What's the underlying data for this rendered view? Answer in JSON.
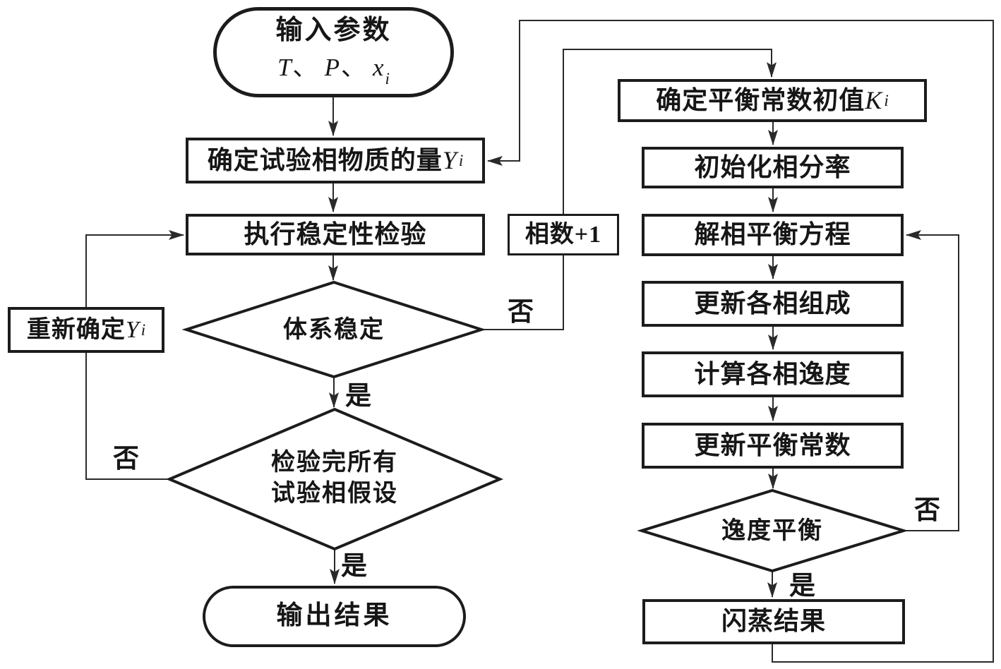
{
  "diagram": {
    "type": "flowchart",
    "language": "zh-CN",
    "topic": "多相闪蒸/相稳定性检验计算流程"
  },
  "colors": {
    "background": "#ffffff",
    "line": "#2a2a2a",
    "box_border": "#1c1c1c",
    "text": "#161616"
  },
  "nodes": {
    "start": {
      "title": "输入参数",
      "f_t": "T",
      "f_d1": "、",
      "f_p": "P",
      "f_d2": "、",
      "f_x": "x",
      "f_sub": "i"
    },
    "determine_trial": {
      "label": "确定试验相物质的量",
      "var": "Y",
      "sub": "i"
    },
    "stability_test": {
      "label": "执行稳定性检验"
    },
    "system_stable": {
      "label": "体系稳定"
    },
    "all_tested": {
      "line1": "检验完所有",
      "line2": "试验相假设"
    },
    "output_result": {
      "label": "输出结果"
    },
    "redetermine_y": {
      "label": "重新确定",
      "var": "Y",
      "sub": "i"
    },
    "phase_count_plus1": {
      "label": "相数+1"
    },
    "init_equilibrium_const": {
      "label": "确定平衡常数初值",
      "var": "K",
      "sub": "i"
    },
    "init_phase_fraction": {
      "label": "初始化相分率"
    },
    "solve_phase_equilibrium": {
      "label": "解相平衡方程"
    },
    "update_phase_composition": {
      "label": "更新各相组成"
    },
    "calc_phase_fugacity": {
      "label": "计算各相逸度"
    },
    "update_equilibrium_const": {
      "label": "更新平衡常数"
    },
    "fugacity_balance": {
      "label": "逸度平衡"
    },
    "flash_result": {
      "label": "闪蒸结果"
    }
  },
  "edge_labels": {
    "system_stable_yes": "是",
    "system_stable_no": "否",
    "all_tested_yes": "是",
    "all_tested_no": "否",
    "fugacity_balance_yes": "是",
    "fugacity_balance_no": "否"
  }
}
